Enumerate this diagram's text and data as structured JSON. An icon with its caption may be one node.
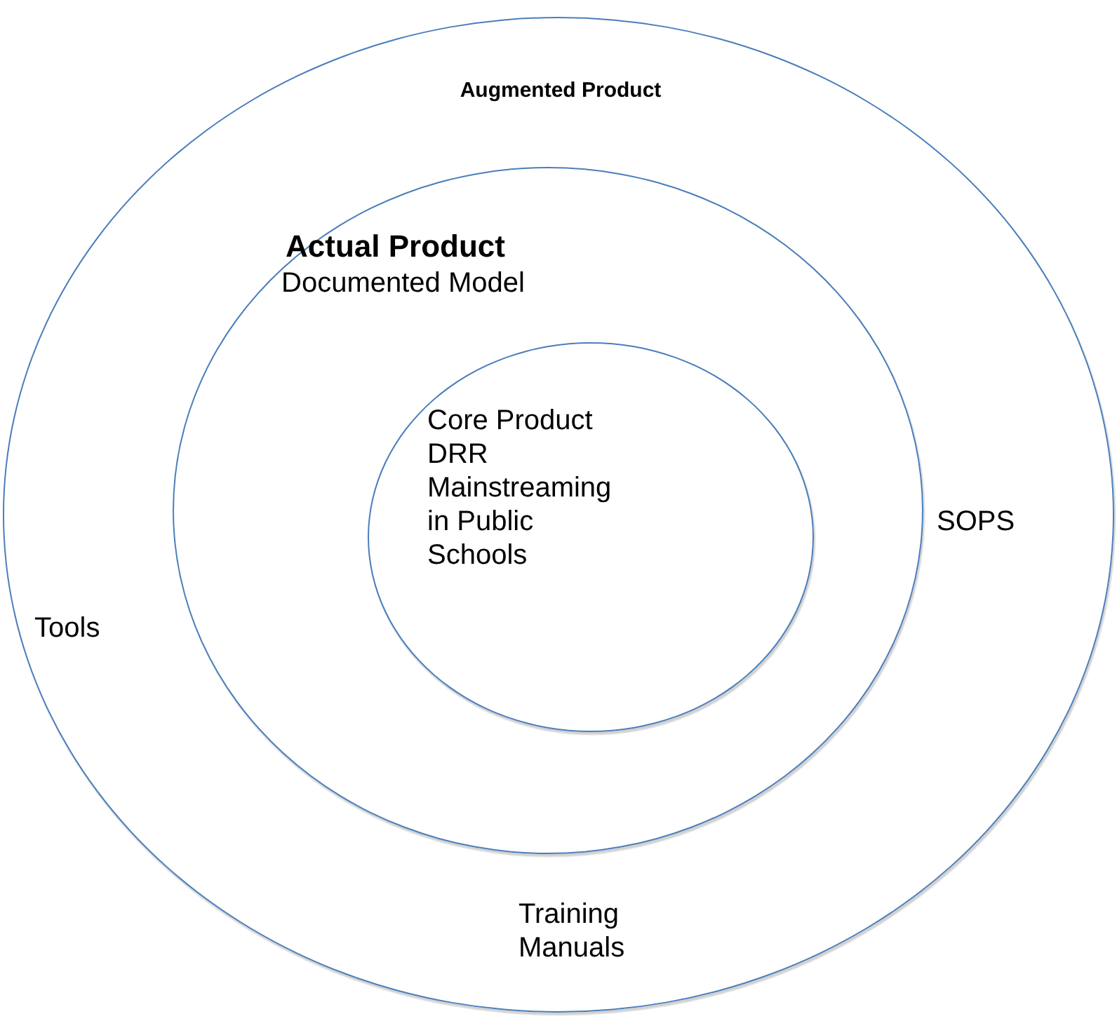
{
  "diagram": {
    "nodes": [
      {
        "text": [
          "Augmented Product",
          "SOPS",
          "Tools",
          "Training Manuals"
        ]
      },
      {
        "text": [
          "Actual Product",
          "Documented Model"
        ],
        "in": 0
      },
      {
        "text": [
          "Core Product",
          "DRR Mainstreaming in Public Schools"
        ],
        "in": 1
      }
    ]
  }
}
